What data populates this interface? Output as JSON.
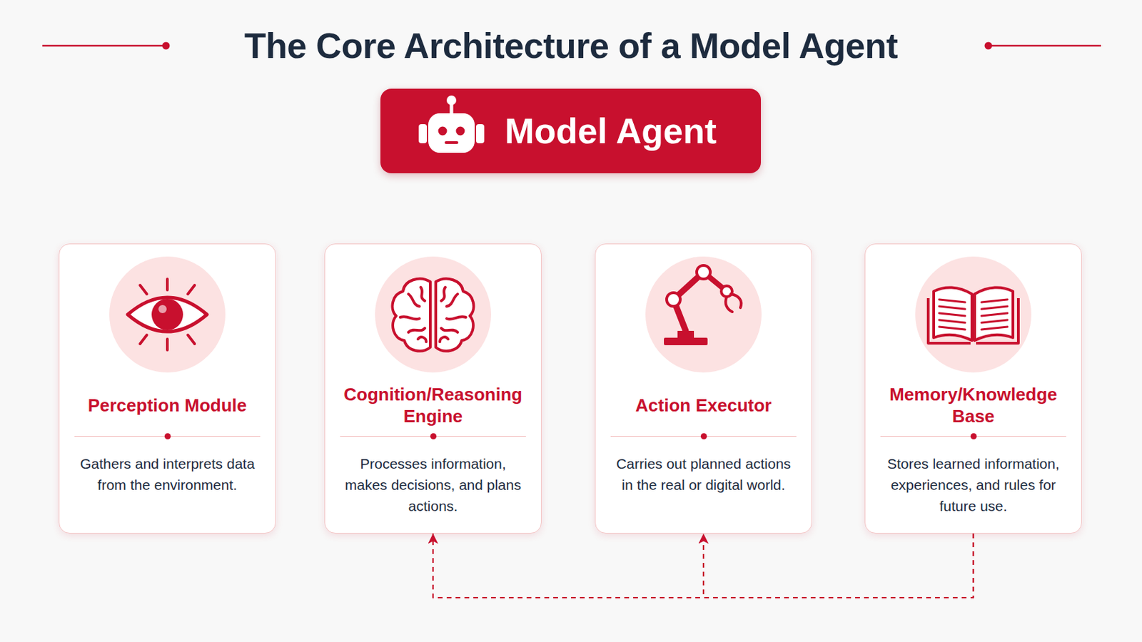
{
  "diagram": {
    "title": "The Core Architecture of a Model Agent",
    "nodes": [
      {
        "text": [
          "Model Agent"
        ]
      },
      {
        "text": [
          "Perception Module",
          "Gathers and interprets data from the environment."
        ]
      },
      {
        "text": [
          "Cognition/Reasoning Engine",
          "Processes information, makes decisions, and plans actions."
        ]
      },
      {
        "text": [
          "Action Executor",
          "Carries out planned actions in the real or digital world."
        ]
      },
      {
        "text": [
          "Memory/Knowledge Base",
          "Stores learned information, experiences, and rules for future use."
        ]
      }
    ],
    "edges": [
      {
        "from": 0,
        "to": 1,
        "arrow": "to"
      },
      {
        "from": 0,
        "to": 2,
        "arrow": "to"
      },
      {
        "from": 0,
        "to": 3,
        "arrow": "to"
      },
      {
        "from": 0,
        "to": 4,
        "arrow": "to"
      },
      {
        "from": 1,
        "to": 2,
        "arrow": "to"
      },
      {
        "from": 2,
        "to": 3,
        "arrow": "to"
      },
      {
        "from": 3,
        "to": 4,
        "arrow": "to"
      },
      {
        "from": 4,
        "to": 1,
        "arrow": "both"
      },
      {
        "from": 4,
        "to": 2,
        "arrow": "to"
      },
      {
        "from": 4,
        "to": 3,
        "arrow": "to"
      }
    ]
  }
}
